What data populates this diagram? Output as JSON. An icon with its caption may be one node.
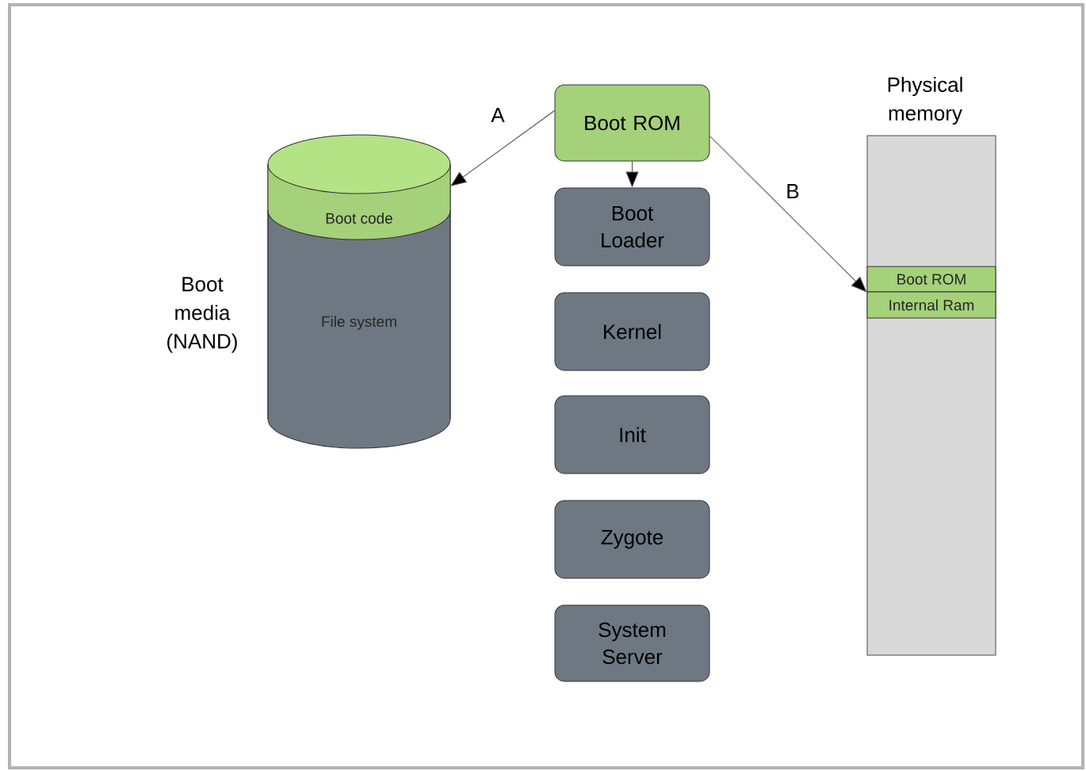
{
  "diagram": {
    "nodes": [
      {
        "text": [
          "Boot ROM"
        ]
      },
      {
        "text": [
          "Boot Loader"
        ]
      },
      {
        "text": [
          "Kernel"
        ]
      },
      {
        "text": [
          "Init"
        ]
      },
      {
        "text": [
          "Zygote"
        ]
      },
      {
        "text": [
          "System Server"
        ]
      },
      {
        "text": [
          "Boot code",
          "File system"
        ],
        "beside": [
          "Boot media (NAND)"
        ]
      },
      {
        "text": [
          "Physical memory"
        ]
      },
      {
        "text": [
          "Boot ROM"
        ],
        "in": 7
      },
      {
        "text": [
          "Internal Ram"
        ],
        "in": 7
      }
    ],
    "edges": [
      {
        "from": 0,
        "to": 6,
        "arrow": "to",
        "label": "A"
      },
      {
        "from": 0,
        "to": 1,
        "arrow": "to"
      },
      {
        "from": 0,
        "to": 8,
        "arrow": "to",
        "label": "B"
      }
    ]
  }
}
